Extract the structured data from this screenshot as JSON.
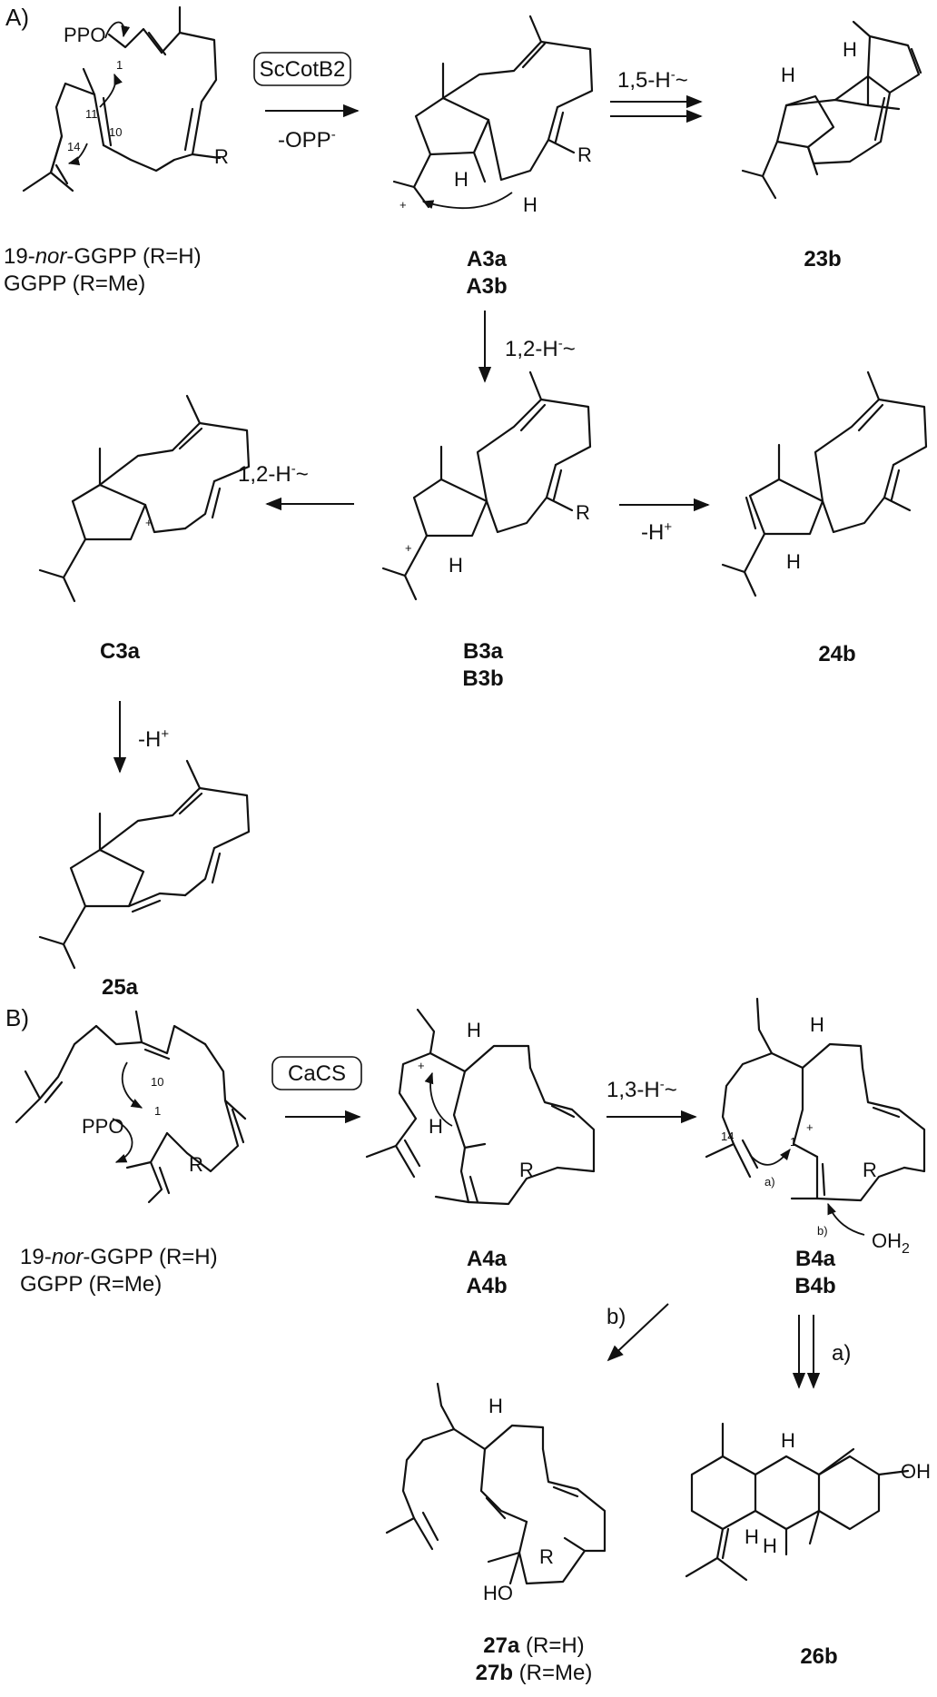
{
  "sections": {
    "a": "A)",
    "b": "B)"
  },
  "enzymes": {
    "a": "ScCotB2",
    "b": "CaCS"
  },
  "conditions": {
    "a_opp": "-OPP",
    "opp_sup": "-",
    "h15": "1,5-H",
    "h12a": "1,2-H",
    "h12b": "1,2-H",
    "h13": "1,3-H",
    "hminus_sup": "-",
    "tilde": "~",
    "dep": "-H",
    "plus_sup": "+",
    "path_a": "a)",
    "path_b": "b)"
  },
  "substrate": {
    "a_line1": {
      "pre": "19-",
      "ital": "nor",
      "post": "-GGPP (R=H)"
    },
    "a_line2": "GGPP (R=Me)",
    "b_line1": {
      "pre": "19-",
      "ital": "nor",
      "post": "-GGPP (R=H)"
    },
    "b_line2": "GGPP (R=Me)"
  },
  "compounds": {
    "A3a": "A3a",
    "A3b": "A3b",
    "c23b": "23b",
    "C3a": "C3a",
    "B3a": "B3a",
    "B3b": "B3b",
    "c24b": "24b",
    "c25a": "25a",
    "A4a": "A4a",
    "A4b": "A4b",
    "B4a": "B4a",
    "B4b": "B4b",
    "c27a": "27a",
    "c27a_r": " (R=H)",
    "c27b": "27b",
    "c27b_r": " (R=Me)",
    "c26b": "26b"
  },
  "atoms": {
    "ppo": "PPO",
    "R": "R",
    "H": "H",
    "plus": "+",
    "HO": "HO",
    "OH": "OH",
    "OH2": "OH",
    "sub2": "2",
    "n1": "1",
    "n10": "10",
    "n11": "11",
    "n14": "14",
    "na": "a)",
    "nb": "b)"
  }
}
